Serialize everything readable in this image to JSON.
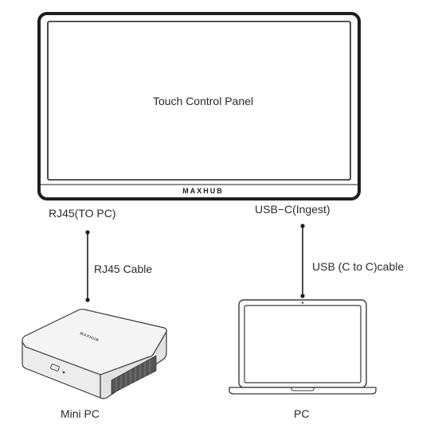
{
  "panel": {
    "screen_label": "Touch Control Panel",
    "brand": "MAXHUB"
  },
  "ports": {
    "left": "RJ45(TO PC)",
    "right": "USB−C(Ingest)"
  },
  "cables": {
    "left": "RJ45 Cable",
    "right": "USB (C to C)cable"
  },
  "devices": {
    "mini_pc": {
      "label": "Mini PC",
      "brand": "MAXHUB"
    },
    "pc": {
      "label": "PC"
    }
  }
}
